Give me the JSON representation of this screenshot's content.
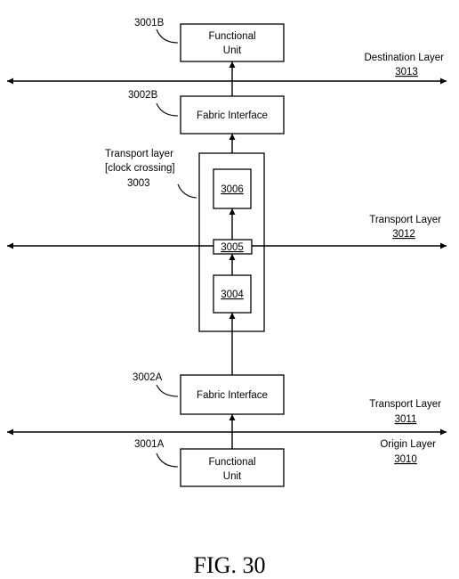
{
  "diagram": {
    "functional_unit_b": {
      "ref": "3001B",
      "line1": "Functional",
      "line2": "Unit"
    },
    "destination_layer": {
      "label": "Destination Layer",
      "num": "3013"
    },
    "fabric_interface_b": {
      "ref": "3002B",
      "label": "Fabric Interface"
    },
    "transport_clock": {
      "line1": "Transport layer",
      "line2": "[clock crossing]",
      "ref": "3003"
    },
    "box_3006": "3006",
    "box_3005": "3005",
    "box_3004": "3004",
    "transport_layer_3012": {
      "label": "Transport Layer",
      "num": "3012"
    },
    "fabric_interface_a": {
      "ref": "3002A",
      "label": "Fabric Interface"
    },
    "transport_layer_3011": {
      "label": "Transport Layer",
      "num": "3011"
    },
    "origin_layer": {
      "label": "Origin Layer",
      "num": "3010"
    },
    "functional_unit_a": {
      "ref": "3001A",
      "line1": "Functional",
      "line2": "Unit"
    }
  },
  "caption": "FIG. 30"
}
